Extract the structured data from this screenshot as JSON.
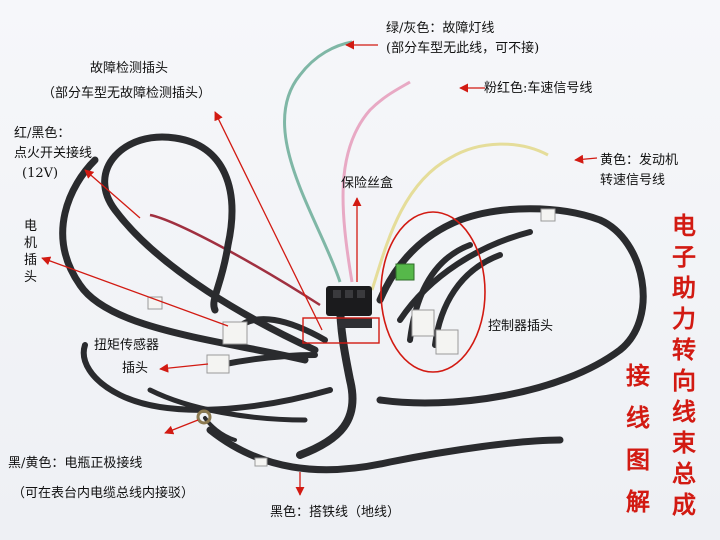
{
  "title_main": "电子助力转向线束总成",
  "title_sub": "接线图解",
  "labels": {
    "fault_light_1": "绿/灰色：故障灯线",
    "fault_light_2": "(部分车型无此线，可不接)",
    "diag_1": "故障检测插头",
    "diag_2": "（部分车型无故障检测插头）",
    "speed_signal": "粉红色:车速信号线",
    "ignition_1": "红/黑色：",
    "ignition_2": "点火开关接线",
    "ignition_3": "(12V)",
    "engine_1": "黄色：发动机",
    "engine_2": "转速信号线",
    "fuse_box": "保险丝盒",
    "motor_plug": "电机插头",
    "controller_plug": "控制器插头",
    "torque_1": "扭矩传感器",
    "torque_2": "插头",
    "battery_1": "黑/黄色：电瓶正极接线",
    "battery_2": "（可在表台内电缆总线内接驳）",
    "ground": "黑色：搭铁线（地线）"
  },
  "colors": {
    "arrow_red": "#d21a12",
    "title_red": "#d21a12",
    "harness_black": "#2a2b2e",
    "wire_green_gray": "#7fb7a6",
    "wire_pink": "#e8a9c4",
    "wire_yellow": "#e5dd9a",
    "wire_red_black": "#a03040"
  }
}
